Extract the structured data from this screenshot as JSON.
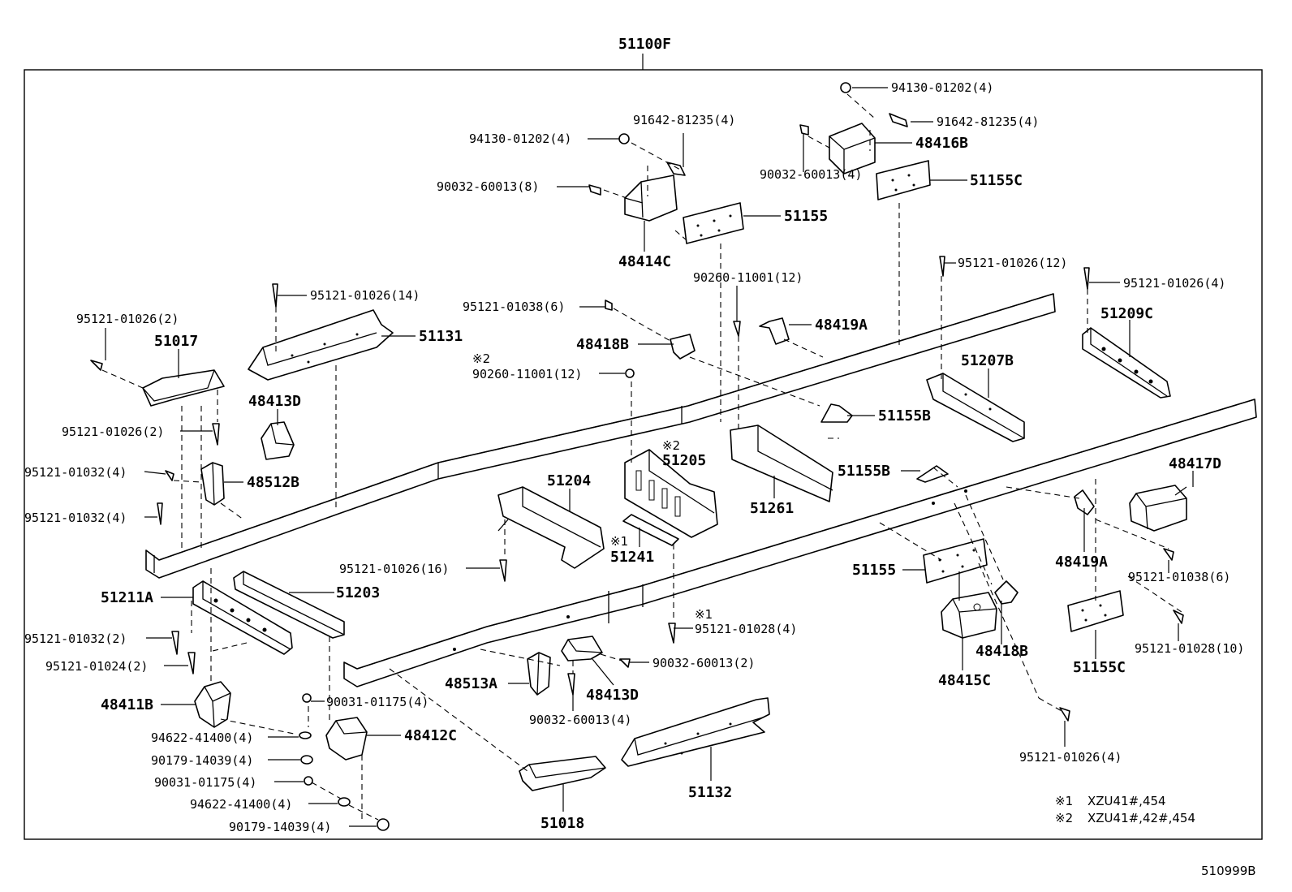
{
  "main_assembly": "51100F",
  "diagram_code": "510999B",
  "notes": [
    {
      "mark": "※1",
      "text": "XZU41#,454"
    },
    {
      "mark": "※2",
      "text": "XZU41#,42#,454"
    }
  ],
  "labels": {
    "p94130_top": "94130-01202(4)",
    "p91642_tr": "91642-81235(4)",
    "p48416B": "48416B",
    "p90032_4": "90032-60013(4)",
    "p51155C_top": "51155C",
    "p91642_tl": "91642-81235(4)",
    "p94130_l": "94130-01202(4)",
    "p90032_8": "90032-60013(8)",
    "p51155_top": "51155",
    "p48414C": "48414C",
    "p95121_12": "95121-01026(12)",
    "p95121_4r": "95121-01026(4)",
    "p90260_12": "90260-11001(12)",
    "p95121_14": "95121-01026(14)",
    "p95121_1038_6": "95121-01038(6)",
    "p48419A_top": "48419A",
    "p51209C": "51209C",
    "p95121_2a": "95121-01026(2)",
    "p51017": "51017",
    "p51131": "51131",
    "p48418B_top": "48418B",
    "p51207B": "51207B",
    "mark2_a": "※2",
    "p90260_12b": "90260-11001(12)",
    "p48413D_l": "48413D",
    "p51155B_a": "51155B",
    "p95121_2b": "95121-01026(2)",
    "mark2_b": "※2",
    "p51205": "51205",
    "p48417D": "48417D",
    "p95121_1032_4a": "95121-01032(4)",
    "p48512B": "48512B",
    "p51155B_b": "51155B",
    "p51204": "51204",
    "p51261": "51261",
    "p95121_1032_4b": "95121-01032(4)",
    "mark1_a": "※1",
    "p51241": "51241",
    "p48419A_r": "48419A",
    "p95121_16": "95121-01026(16)",
    "p51155_r": "51155",
    "p95121_1038_6r": "95121-01038(6)",
    "p51211A": "51211A",
    "p51203": "51203",
    "mark1_b": "※1",
    "p95121_1028_4": "95121-01028(4)",
    "p95121_1032_2": "95121-01032(2)",
    "p95121_1028_10": "95121-01028(10)",
    "p48418B_r": "48418B",
    "p90032_2": "90032-60013(2)",
    "p95121_1024_2": "95121-01024(2)",
    "p51155C_r": "51155C",
    "p48513A": "48513A",
    "p48413D_c": "48413D",
    "p48415C": "48415C",
    "p48411B": "48411B",
    "p90031_a": "90031-01175(4)",
    "p90032_4b": "90032-60013(4)",
    "p94622_a": "94622-41400(4)",
    "p48412C": "48412C",
    "p95121_4b": "95121-01026(4)",
    "p90179_a": "90179-14039(4)",
    "p51132": "51132",
    "p90031_b": "90031-01175(4)",
    "p94622_b": "94622-41400(4)",
    "p90179_b": "90179-14039(4)",
    "p51018": "51018"
  }
}
